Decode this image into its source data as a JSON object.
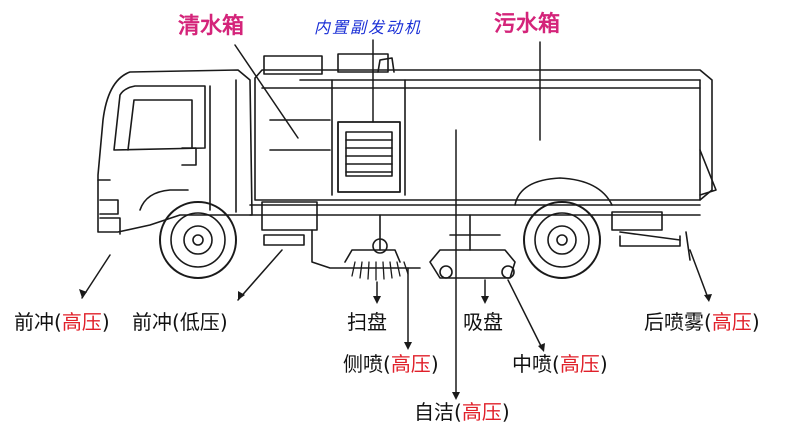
{
  "top_labels": {
    "clean_water_tank": "清水箱",
    "aux_engine": "内置副发动机",
    "sewage_tank": "污水箱"
  },
  "bottom_labels": {
    "front_flush_high_name": "前冲",
    "front_flush_high_level": "高压",
    "front_flush_low_name": "前冲",
    "front_flush_low_level": "低压",
    "sweep_disc": "扫盘",
    "suction_disc": "吸盘",
    "rear_spray_name": "后喷雾",
    "rear_spray_level": "高压",
    "side_spray_name": "侧喷",
    "side_spray_level": "高压",
    "mid_spray_name": "中喷",
    "mid_spray_level": "高压",
    "self_clean_name": "自洁",
    "self_clean_level": "高压"
  },
  "colors": {
    "label_pink": "#d4247a",
    "label_blue": "#1a2fd6",
    "high_pressure_red": "#e0202a",
    "line": "#1a1a1a"
  }
}
